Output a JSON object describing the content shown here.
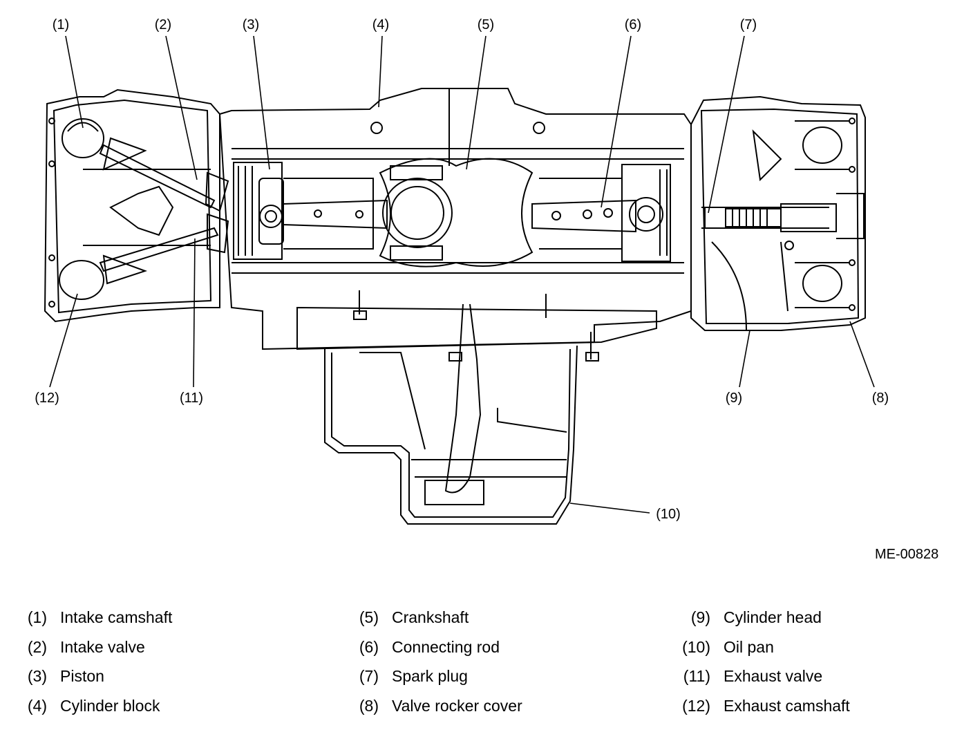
{
  "diagram": {
    "callouts": {
      "c1": "(1)",
      "c2": "(2)",
      "c3": "(3)",
      "c4": "(4)",
      "c5": "(5)",
      "c6": "(6)",
      "c7": "(7)",
      "c8": "(8)",
      "c9": "(9)",
      "c10": "(10)",
      "c11": "(11)",
      "c12": "(12)"
    },
    "reference_code": "ME-00828"
  },
  "legend": {
    "col1": [
      {
        "num": "(1)",
        "label": "Intake camshaft"
      },
      {
        "num": "(2)",
        "label": "Intake valve"
      },
      {
        "num": "(3)",
        "label": "Piston"
      },
      {
        "num": "(4)",
        "label": "Cylinder block"
      }
    ],
    "col2": [
      {
        "num": "(5)",
        "label": "Crankshaft"
      },
      {
        "num": "(6)",
        "label": "Connecting rod"
      },
      {
        "num": "(7)",
        "label": "Spark plug"
      },
      {
        "num": "(8)",
        "label": "Valve rocker cover"
      }
    ],
    "col3": [
      {
        "num": "(9)",
        "label": "Cylinder head"
      },
      {
        "num": "(10)",
        "label": "Oil pan"
      },
      {
        "num": "(11)",
        "label": "Exhaust valve"
      },
      {
        "num": "(12)",
        "label": "Exhaust camshaft"
      }
    ]
  }
}
